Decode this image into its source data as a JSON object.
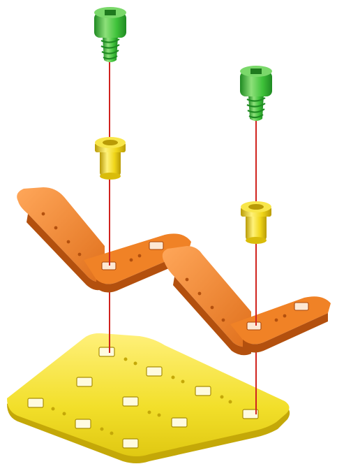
{
  "diagram": {
    "kind": "exploded-assembly",
    "background": "#ffffff",
    "colors": {
      "screw": "#3fc23a",
      "screw_dark": "#1f8a22",
      "screw_light": "#8de07a",
      "bushing": "#f0d619",
      "bushing_dark": "#b99b06",
      "bushing_light": "#fff27a",
      "bracket": "#f08226",
      "bracket_dark": "#b3500e",
      "bracket_light": "#ffa75a",
      "base_plate": "#f2df2a",
      "base_plate_dark": "#c4a808",
      "base_plate_light": "#fff17e",
      "assembly_line": "#d0231e",
      "hole": "#e8e2c8"
    },
    "parts": [
      {
        "id": "screw-left",
        "type": "screw",
        "color": "screw"
      },
      {
        "id": "screw-right",
        "type": "screw",
        "color": "screw"
      },
      {
        "id": "bushing-left",
        "type": "bushing",
        "color": "bushing"
      },
      {
        "id": "bushing-right",
        "type": "bushing",
        "color": "bushing"
      },
      {
        "id": "bracket",
        "type": "bent-bracket",
        "color": "bracket"
      },
      {
        "id": "base-plate",
        "type": "perforated-plate",
        "color": "base_plate"
      }
    ],
    "assembly_lines": 2
  }
}
